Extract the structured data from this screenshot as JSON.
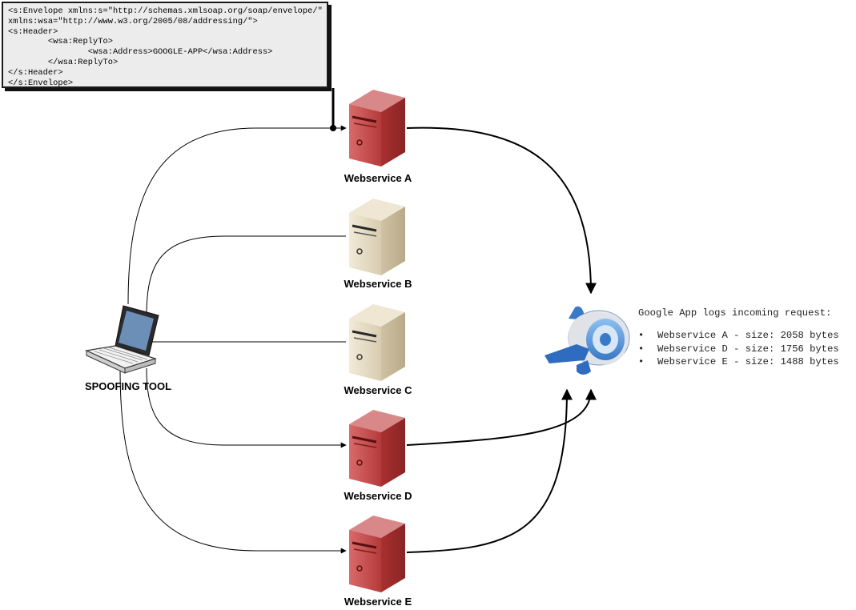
{
  "xml_box": {
    "lines": [
      "<s:Envelope xmlns:s=\"http://schemas.xmlsoap.org/soap/envelope/\"",
      "xmlns:wsa=\"http://www.w3.org/2005/08/addressing/\">",
      "<s:Header>",
      "        <wsa:ReplyTo>",
      "                <wsa:Address>GOOGLE-APP</wsa:Address>",
      "        </wsa:ReplyTo>",
      "</s:Header>",
      "</s:Envelope>"
    ]
  },
  "nodes": {
    "spoofing_tool": {
      "label": "SPOOFING TOOL",
      "icon": "laptop-icon"
    },
    "webservice_a": {
      "label": "Webservice A",
      "icon": "server-icon",
      "color": "#c94a4a"
    },
    "webservice_b": {
      "label": "Webservice B",
      "icon": "server-icon",
      "color": "#e4d8c0"
    },
    "webservice_c": {
      "label": "Webservice C",
      "icon": "server-icon",
      "color": "#e4d8c0"
    },
    "webservice_d": {
      "label": "Webservice D",
      "icon": "server-icon",
      "color": "#c94a4a"
    },
    "webservice_e": {
      "label": "Webservice E",
      "icon": "server-icon",
      "color": "#c94a4a"
    },
    "google_app": {
      "icon": "google-app-engine-icon",
      "color": "#4a86d8"
    }
  },
  "log": {
    "title": "Google App logs incoming request:",
    "items": [
      "Webservice A - size: 2058 bytes",
      "Webservice D - size: 1756 bytes",
      "Webservice E - size: 1488 bytes"
    ],
    "bullet": "•"
  }
}
